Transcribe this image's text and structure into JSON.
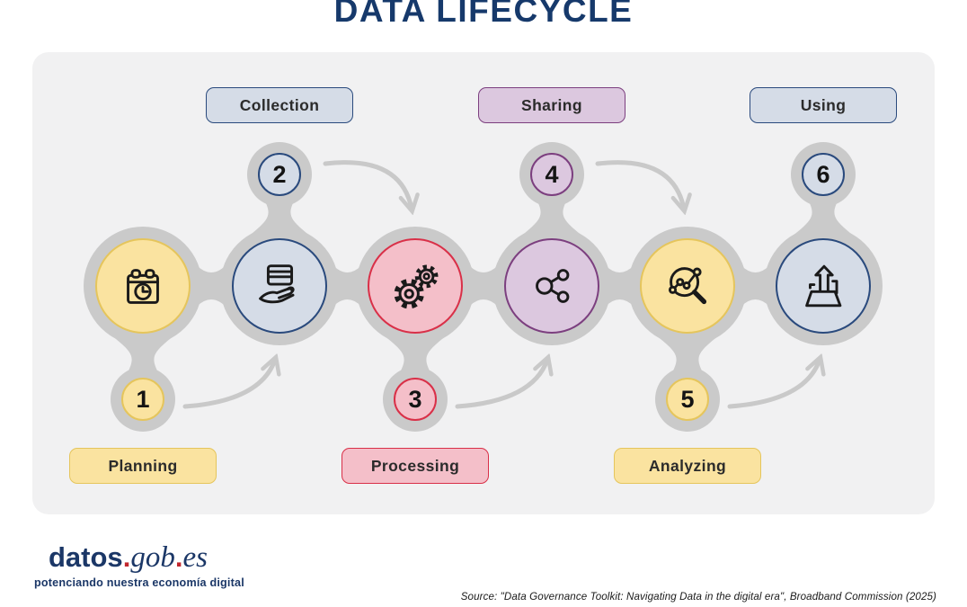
{
  "title": "DATA LIFECYCLE",
  "stages": [
    {
      "number": "1",
      "label": "Planning",
      "theme": "yellow",
      "position": "bottom",
      "icon": "calendar-clock-icon"
    },
    {
      "number": "2",
      "label": "Collection",
      "theme": "blue",
      "position": "top",
      "icon": "card-hand-icon"
    },
    {
      "number": "3",
      "label": "Processing",
      "theme": "pink",
      "position": "bottom",
      "icon": "gears-icon"
    },
    {
      "number": "4",
      "label": "Sharing",
      "theme": "purple",
      "position": "top",
      "icon": "share-network-icon"
    },
    {
      "number": "5",
      "label": "Analyzing",
      "theme": "yellow",
      "position": "bottom",
      "icon": "magnifier-chart-icon"
    },
    {
      "number": "6",
      "label": "Using",
      "theme": "blue",
      "position": "top",
      "icon": "folder-upload-icon"
    }
  ],
  "colors": {
    "title": "#16396B",
    "panel_background": "#F1F1F2",
    "connector_gray": "#CACACA",
    "yellow_fill": "#FAE3A0",
    "yellow_border": "#E5C55C",
    "blue_fill": "#D5DCE7",
    "blue_border": "#2A4A7D",
    "pink_fill": "#F4BFC9",
    "pink_border": "#D93048",
    "purple_fill": "#DCC8DF",
    "purple_border": "#7C3F7F"
  },
  "footer": {
    "logo": {
      "datos": "datos",
      "dot1": ".",
      "gob": "gob",
      "dot2": ".",
      "es": "es",
      "tagline": "potenciando nuestra economía digital"
    },
    "source": "Source: \"Data Governance Toolkit: Navigating Data in the digital era\", Broadband Commission (2025)"
  }
}
